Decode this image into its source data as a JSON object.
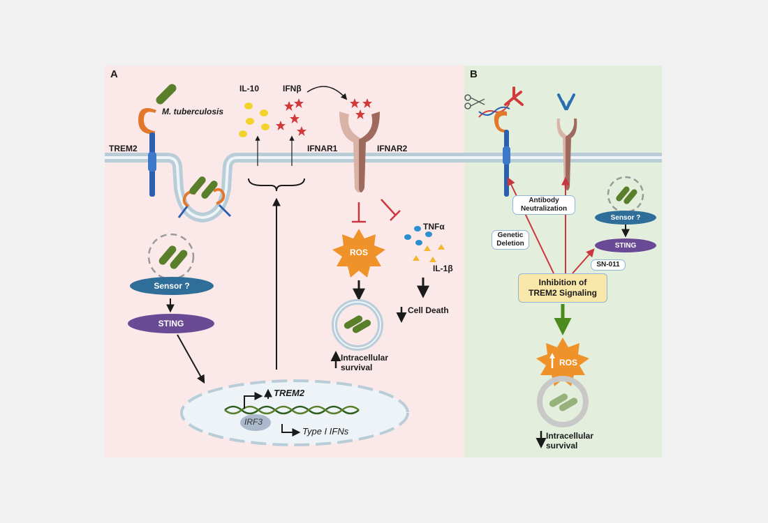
{
  "panel_a": {
    "letter": "A",
    "trem2": "TREM2",
    "mtb": "M. tuberculosis",
    "il10": "IL-10",
    "ifnb": "IFNβ",
    "ifnar1": "IFNAR1",
    "ifnar2": "IFNAR2",
    "sensor": "Sensor ?",
    "sting": "STING",
    "ros": "ROS",
    "tnfa": "TNFα",
    "il1b": "IL-1β",
    "cell_death": "Cell Death",
    "survival_line1": "Intracellular",
    "survival_line2": "survival",
    "trem2_gene": "TREM2",
    "irf3": "IRF3",
    "type1_ifns": "Type I IFNs"
  },
  "panel_b": {
    "letter": "B",
    "antibody_neutralization": "Antibody Neutralization",
    "genetic_deletion": "Genetic Deletion",
    "sensor": "Sensor ?",
    "sting": "STING",
    "sn011": "SN-011",
    "inhibition_line1": "Inhibition of",
    "inhibition_line2": "TREM2 Signaling",
    "ros": "ROS",
    "survival_line1": "Intracellular",
    "survival_line2": "survival"
  },
  "colors": {
    "panel_a_bg": "#fbe9ea",
    "panel_b_bg": "#e3eedc",
    "membrane": "#b9cdd9",
    "trem2_orange": "#e2782b",
    "trem2_blue": "#2b5fb0",
    "bacteria_green": "#5a7f2a",
    "ifnar_light": "#d9b3a6",
    "ifnar_dark": "#9e6a5e",
    "sensor_blue": "#2f6e98",
    "sting_purple": "#6a4a94",
    "ros_orange": "#f0922a",
    "inhibit_red": "#c9363e",
    "ifn_star_red": "#d13a3a",
    "il10_yellow": "#f2d32b",
    "tnf_blue": "#2c8fd2",
    "il1b_yellow": "#f2b632",
    "inhibition_box": "#f8e7a8",
    "green_arrow": "#4a8a1e"
  }
}
